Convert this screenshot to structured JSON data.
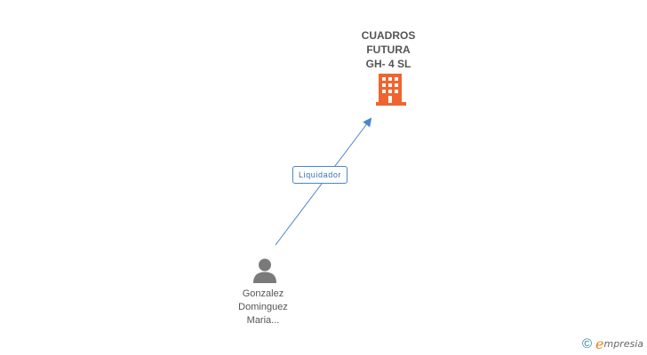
{
  "company": {
    "name": "CUADROS\nFUTURA\nGH- 4 SL",
    "icon": "building-icon",
    "color": "#f0652f"
  },
  "person": {
    "name": "Gonzalez\nDominguez\nMaria...",
    "icon": "person-icon",
    "color": "#7a7a7a"
  },
  "relation": {
    "label": "Liquidador",
    "color": "#4a86c8"
  },
  "watermark": {
    "symbol": "©",
    "brand_initial": "e",
    "brand_rest": "mpresia"
  }
}
